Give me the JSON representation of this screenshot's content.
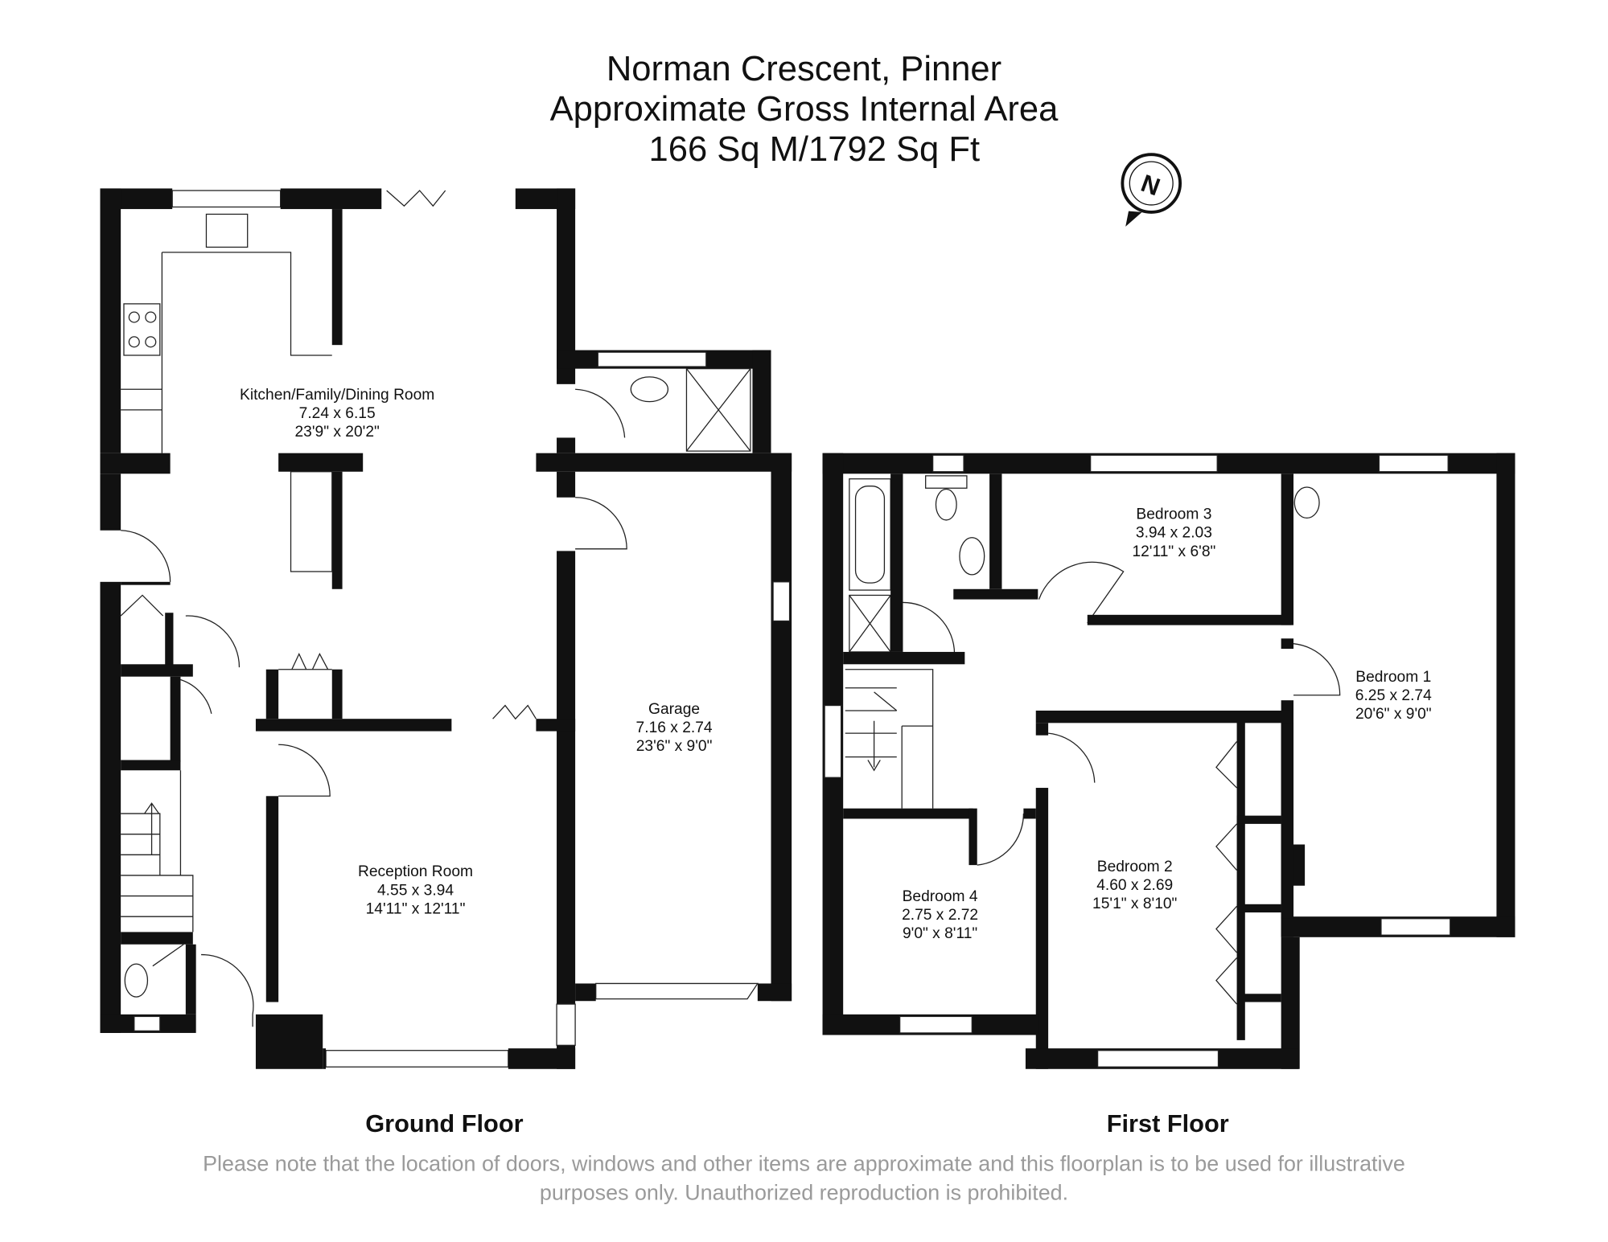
{
  "header": {
    "line1": "Norman Crescent, Pinner",
    "line2": "Approximate Gross Internal Area",
    "line3": "166 Sq M/1792 Sq Ft"
  },
  "compass": {
    "letter": "N"
  },
  "ground_floor": {
    "label": "Ground Floor",
    "rooms": [
      {
        "name": "Kitchen/Family/Dining Room",
        "metric": "7.24 x 6.15",
        "imperial": "23'9\" x 20'2\""
      },
      {
        "name": "Garage",
        "metric": "7.16 x 2.74",
        "imperial": "23'6\" x 9'0\""
      },
      {
        "name": "Reception Room",
        "metric": "4.55 x 3.94",
        "imperial": "14'11\" x 12'11\""
      }
    ]
  },
  "first_floor": {
    "label": "First Floor",
    "rooms": [
      {
        "name": "Bedroom 3",
        "metric": "3.94 x 2.03",
        "imperial": "12'11\" x 6'8\""
      },
      {
        "name": "Bedroom 1",
        "metric": "6.25 x 2.74",
        "imperial": "20'6\" x 9'0\""
      },
      {
        "name": "Bedroom 2",
        "metric": "4.60 x 2.69",
        "imperial": "15'1\" x 8'10\""
      },
      {
        "name": "Bedroom 4",
        "metric": "2.75 x 2.72",
        "imperial": "9'0\" x 8'11\""
      }
    ]
  },
  "footer": {
    "line1": "Please note that the location of doors, windows and other items are approximate and this floorplan is to be used for illustrative",
    "line2": "purposes only. Unauthorized reproduction is prohibited."
  }
}
